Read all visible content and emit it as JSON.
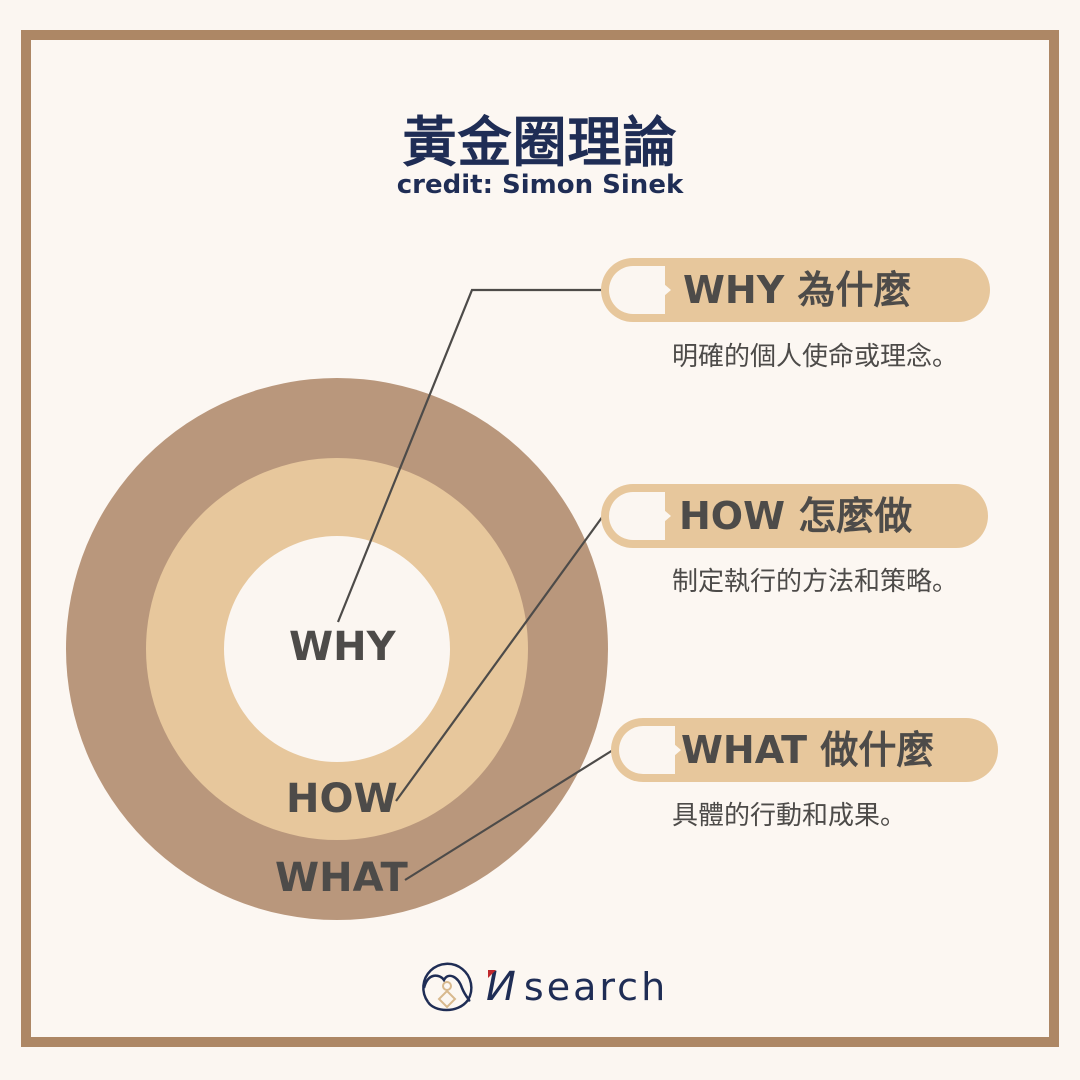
{
  "header": {
    "title": "黃金圈理論",
    "subtitle": "credit: Simon Sinek"
  },
  "colors": {
    "background": "#fbf6f1",
    "frame": "#ad8765",
    "outer_ring": "#b9977c",
    "middle_ring": "#e7c79c",
    "inner_circle": "#fbf6f1",
    "title_text": "#1f2d55",
    "body_text": "#4d4b49",
    "connector_line": "#4d4b49"
  },
  "circles": {
    "inner_label": "WHY",
    "middle_label": "HOW",
    "outer_label": "WHAT"
  },
  "callouts": [
    {
      "key": "why",
      "title": "WHY 為什麼",
      "description": "明確的個人使命或理念。"
    },
    {
      "key": "how",
      "title": "HOW 怎麼做",
      "description": "制定執行的方法和策略。"
    },
    {
      "key": "what",
      "title": "WHAT 做什麼",
      "description": "具體的行動和成果。"
    }
  ],
  "footer": {
    "logo_icon": "mountain-circle-logo-icon",
    "logo_mark": "И",
    "logo_text": "search"
  }
}
